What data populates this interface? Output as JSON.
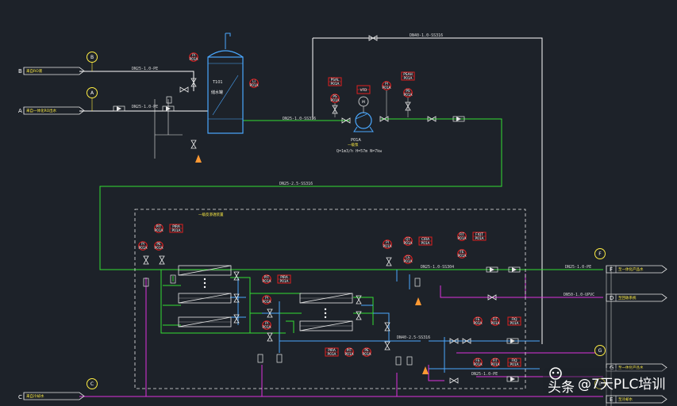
{
  "streams": [
    {
      "id": "B",
      "label": "来自RO液",
      "line_no": "DN25-1.0-PE"
    },
    {
      "id": "A",
      "label": "来自一体化RO出水",
      "line_no": "DN25-1.0-PE"
    },
    {
      "id": "F",
      "label": "至一体化产品水",
      "line_no": "DN25-1.0-PE"
    },
    {
      "id": "D",
      "label": "至回收系统",
      "line_no": "DN50-1.0-UPVC"
    },
    {
      "id": "C",
      "label": "来自冷却水",
      "line_no": ""
    },
    {
      "id": "G",
      "label": "至一体化产品水",
      "line_no": ""
    },
    {
      "id": "E",
      "label": "至冷却水",
      "line_no": ""
    }
  ],
  "line_numbers": {
    "top_return": "DN40-1.0-SS316",
    "tank_outlet": "DN25-1.0-SS316",
    "header": "DN25-2.5-SS316",
    "product": "DN25-1.0-SS304",
    "cooling": "DN40-2.5-SS316",
    "cooling_out": "DN25-1.0-PE"
  },
  "instruments": {
    "tank_pi": "PI",
    "tank_li": "LI",
    "pump_psal": "PSAL",
    "pump_ps": "PS",
    "pump_vfd": "VFD",
    "pump_pi": "PI",
    "pump_psah": "PSAH",
    "pump_ps2": "PS",
    "sk_pit": "PIT",
    "sk_pira": "PIRA",
    "sk_pi": "PI",
    "sk_pe": "PE",
    "mid_pi": "PI",
    "mid_qt": "QT",
    "mid_cira": "CIRA",
    "mid_ce": "CE",
    "mid_ft": "FIT",
    "mid_fiqt": "FIQT",
    "mid_fe": "FE",
    "m2_pit": "PIT",
    "m2_pira": "PIRA",
    "m2_pi": "PI",
    "m2_pi2": "PI",
    "bl_pira": "PIRA",
    "bl_pit": "PIT",
    "bl_pe": "PE",
    "br_fe": "FE",
    "br_fit": "FIT",
    "br_fiq": "FIQ",
    "br2_fe": "FE",
    "br2_fit": "FIT",
    "br2_fiq": "FIQ",
    "tag": "P01A"
  },
  "equipment": {
    "tank_tag": "T101",
    "tank_name": "储水罐",
    "pump_tag": "P01A",
    "pump_name": "一级泵",
    "pump_spec": "Q=1m3/h H=57m N=7kw",
    "skid_title": "一级反渗透装置"
  },
  "watermark": {
    "platform": "头条",
    "author": "@7天PLC培训"
  }
}
